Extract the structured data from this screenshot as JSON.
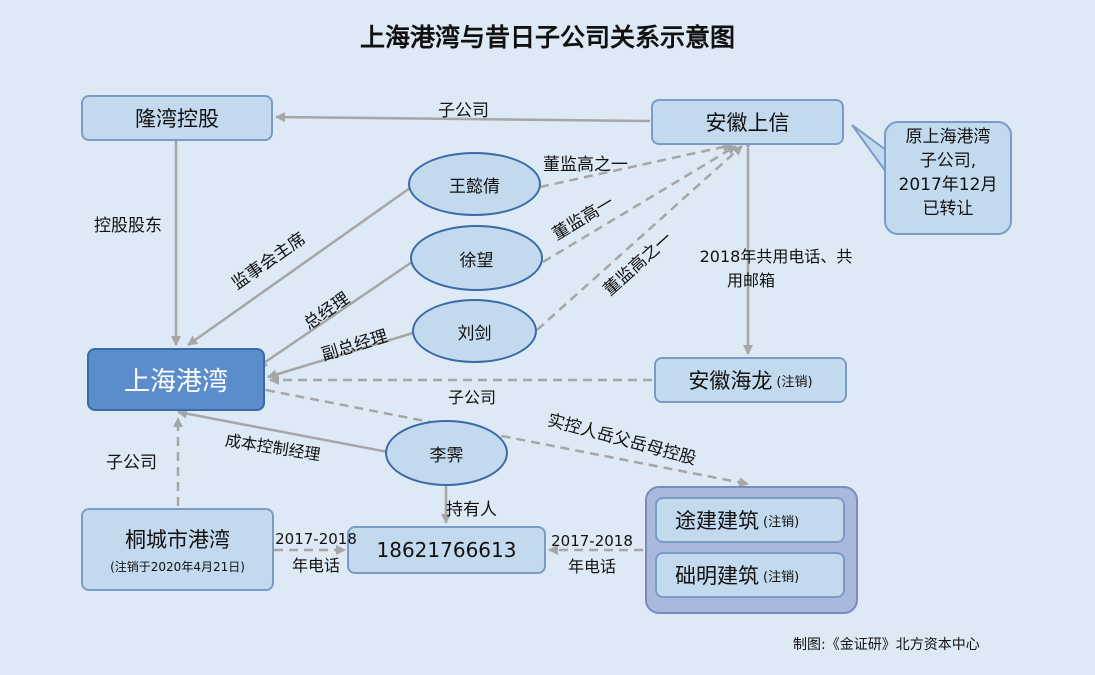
{
  "title": "上海港湾与昔日子公司关系示意图",
  "nodes": {
    "longwan": "隆湾控股",
    "anhui_shangxin": "安徽上信",
    "shanghai_gangwan": "上海港湾",
    "anhui_hailong": "安徽海龙",
    "anhui_hailong_note": "(注销)",
    "tongcheng": "桐城市港湾",
    "tongcheng_note": "(注销于2020年4月21日)",
    "phone": "18621766613",
    "tujian": "途建建筑",
    "tujian_note": "(注销)",
    "chuming": "础明建筑",
    "chuming_note": "(注销)"
  },
  "people": {
    "wang": "王懿倩",
    "xu": "徐望",
    "liu": "刘剑",
    "li": "李霁"
  },
  "callout": [
    "原上海港湾",
    "子公司,",
    "2017年12月",
    "已转让"
  ],
  "edge_labels": {
    "sub1": "子公司",
    "holding": "控股股东",
    "wang_role": "董监高之一",
    "xu_role": "董监高一",
    "liu_role": "董监高之一",
    "wang_sup": "监事会主席",
    "xu_gm": "总经理",
    "liu_dgm": "副总经理",
    "shared": [
      "2018年共用电话、共",
      "用邮箱"
    ],
    "sub2": "子公司",
    "controller": "实控人岳父岳母控股",
    "cost_mgr": "成本控制经理",
    "sub3": "子公司",
    "holder": "持有人",
    "phone_left": [
      "2017-2018",
      "年电话"
    ],
    "phone_right": [
      "2017-2018",
      "年电话"
    ]
  },
  "credit": "制图:《金证研》北方资本中心",
  "colors": {
    "background": "#dde9f5",
    "node_fill": "#c3d9ee",
    "main_fill": "#5b8dcc",
    "line": "#a6a6a6"
  }
}
